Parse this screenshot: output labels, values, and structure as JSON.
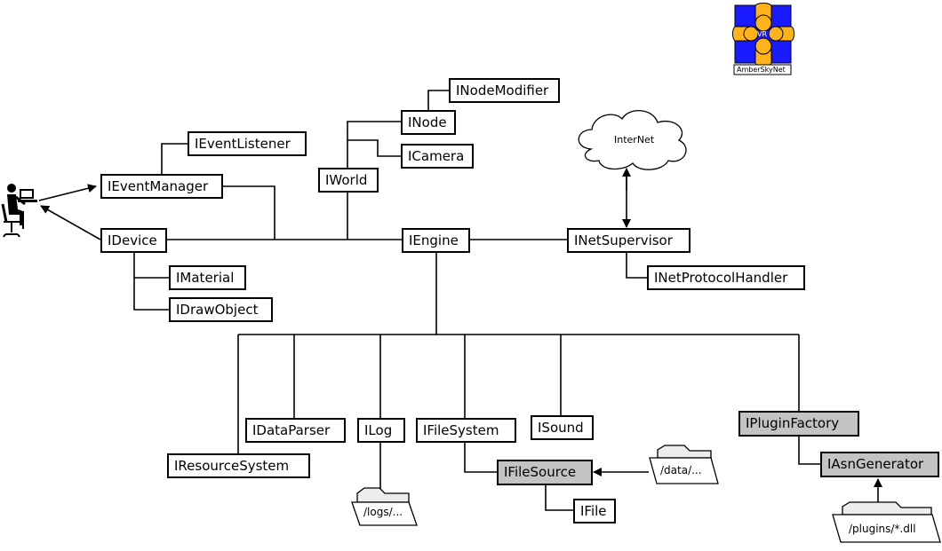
{
  "nodes": {
    "i_node_modifier": "INodeModifier",
    "i_node": "INode",
    "i_camera": "ICamera",
    "i_world": "IWorld",
    "i_event_listener": "IEventListener",
    "i_event_manager": "IEventManager",
    "i_device": "IDevice",
    "i_engine": "IEngine",
    "i_net_supervisor": "INetSupervisor",
    "i_net_protocol_handler": "INetProtocolHandler",
    "i_material": "IMaterial",
    "i_draw_object": "IDrawObject",
    "i_data_parser": "IDataParser",
    "i_log": "ILog",
    "i_file_system": "IFileSystem",
    "i_sound": "ISound",
    "i_plugin_factory": "IPluginFactory",
    "i_resource_system": "IResourceSystem",
    "i_file_source": "IFileSource",
    "i_asn_generator": "IAsnGenerator",
    "i_file": "IFile"
  },
  "cloud": {
    "label": "InterNet"
  },
  "folders": {
    "data": "/data/...",
    "logs": "/logs/...",
    "plugins": "/plugins/*.dll"
  },
  "logo": {
    "center_text": "VR",
    "caption": "AmberSkyNet",
    "background_color": "#1a1aff",
    "piece_color": "#ffb31a"
  },
  "colors": {
    "highlight_box": "#c3c3c3"
  },
  "icons": {
    "user": "user-at-computer-icon"
  }
}
